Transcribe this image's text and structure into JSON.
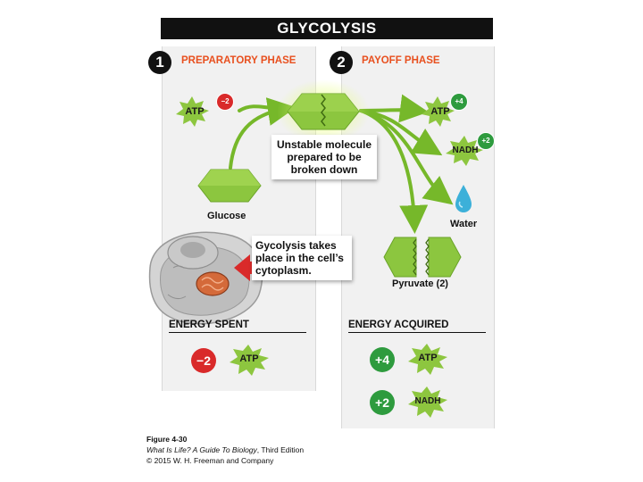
{
  "title": "GLYCOLYSIS",
  "left_phase": {
    "number": "1",
    "label": "PREPARATORY PHASE"
  },
  "right_phase": {
    "number": "2",
    "label": "PAYOFF PHASE"
  },
  "molecules": {
    "glucose": "Glucose",
    "water": "Water",
    "pyruvate": "Pyruvate (2)"
  },
  "callouts": {
    "unstable": "Unstable molecule prepared to be broken down",
    "cytoplasm": "Gycolysis takes place in the cell’s cytoplasm."
  },
  "top_badges": {
    "atp_spent": {
      "label": "ATP",
      "badge": "−2"
    },
    "atp_gained": {
      "label": "ATP",
      "badge": "+4"
    },
    "nadh_gained": {
      "label": "NADH",
      "badge": "+2"
    }
  },
  "energy_spent": {
    "heading": "ENERGY SPENT",
    "amount": "−2",
    "label": "ATP"
  },
  "energy_acquired": {
    "heading": "ENERGY ACQUIRED",
    "items": [
      {
        "amount": "+4",
        "label": "ATP"
      },
      {
        "amount": "+2",
        "label": "NADH"
      }
    ]
  },
  "caption": {
    "figure": "Figure 4-30",
    "source_title": "What Is Life? A Guide To Biology",
    "edition": ", Third Edition",
    "copyright": "© 2015 W. H. Freeman and Company"
  },
  "colors": {
    "phase_label": "#e8501f",
    "molecule_green": "#8cc63f",
    "star_green": "#8dc63f",
    "spent_red": "#d92a2a",
    "gain_green": "#2e9b3e",
    "water_blue": "#3cb0d9"
  }
}
